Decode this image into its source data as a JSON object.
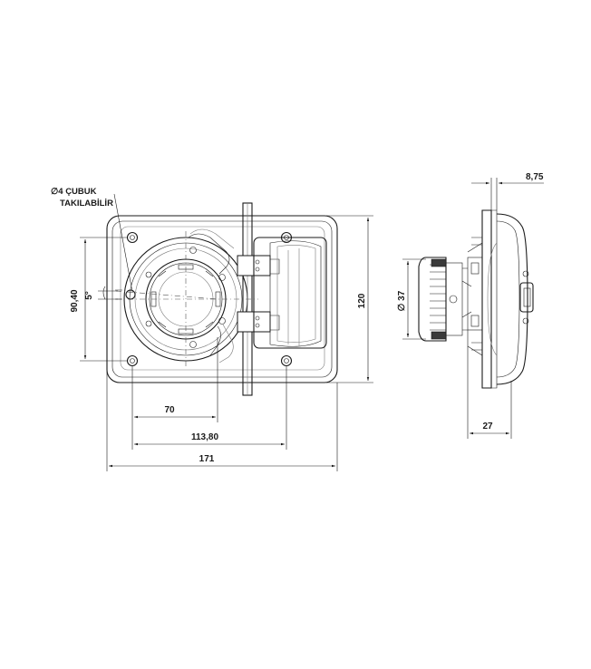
{
  "drawing": {
    "note": {
      "line1": "∅4 ÇUBUK",
      "line2": "TAKILABİLİR"
    },
    "front_view": {
      "dimensions": {
        "height_left": "90,40",
        "angle": "5°",
        "height_right": "120",
        "dist_70": "70",
        "dist_113": "113,80",
        "width_total": "171"
      }
    },
    "side_view": {
      "dimensions": {
        "top_thickness": "8,75",
        "diameter": "∅ 37",
        "depth": "27"
      }
    }
  }
}
